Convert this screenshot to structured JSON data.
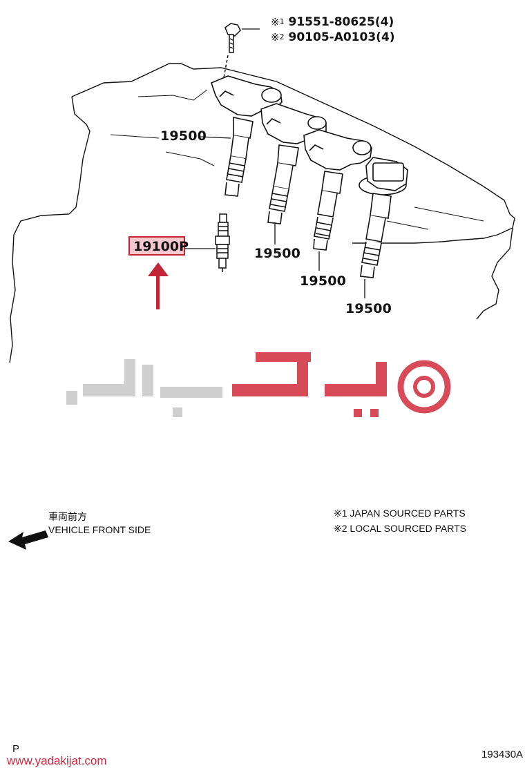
{
  "fasteners": [
    {
      "mark": "※",
      "sub": "1",
      "part": "91551-80625(4)"
    },
    {
      "mark": "※",
      "sub": "2",
      "part": "90105-A0103(4)"
    }
  ],
  "callouts": {
    "coil_1": "19500",
    "coil_2": "19500",
    "coil_3": "19500",
    "coil_4": "19500",
    "spark_plug": "19100P"
  },
  "watermark": {
    "text": "یدکیجات"
  },
  "direction": {
    "label_jp": "車両前方",
    "label_en": "VEHICLE FRONT SIDE"
  },
  "notes": [
    "※1 JAPAN SOURCED PARTS",
    "※2 LOCAL SOURCED PARTS"
  ],
  "footer": {
    "left_code": "P",
    "right_code": "193430A",
    "site": "www.yadakijat.com"
  },
  "colors": {
    "highlight_border": "#c22536",
    "highlight_fill": "#f3c9cf",
    "arrow": "#c22536",
    "watermark_red": "#d84a57",
    "watermark_grey": "#cfcfcf"
  }
}
